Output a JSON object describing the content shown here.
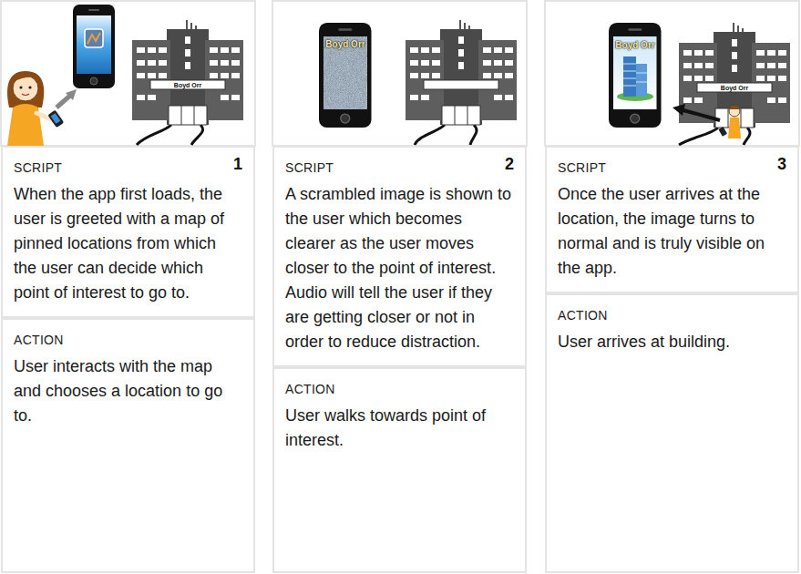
{
  "diagram": {
    "nodes": [
      {
        "text": [
          "SCRIPT",
          "1",
          "When the app first loads, the user is greeted with a map of pinned locations from which the user can decide which point of interest to go to."
        ]
      },
      {
        "text": [
          "ACTION",
          "User interacts with the map and chooses a location to go to."
        ]
      },
      {
        "text": [
          "SCRIPT",
          "2",
          "A scrambled image is shown to the user which becomes clearer as the user moves closer to the point of interest. Audio will tell the user if they are getting closer or not in order to reduce distraction."
        ]
      },
      {
        "text": [
          "ACTION",
          "User walks towards point of interest."
        ]
      },
      {
        "text": [
          "SCRIPT",
          "3",
          "Once the user arrives at the location, the image turns to normal and is truly visible on the app."
        ]
      },
      {
        "text": [
          "ACTION",
          "User arrives at building."
        ]
      }
    ],
    "labels": [
      "Boyd Orr",
      "Boyd Orr",
      "Boyd Orr",
      "Boyd Orr"
    ]
  }
}
